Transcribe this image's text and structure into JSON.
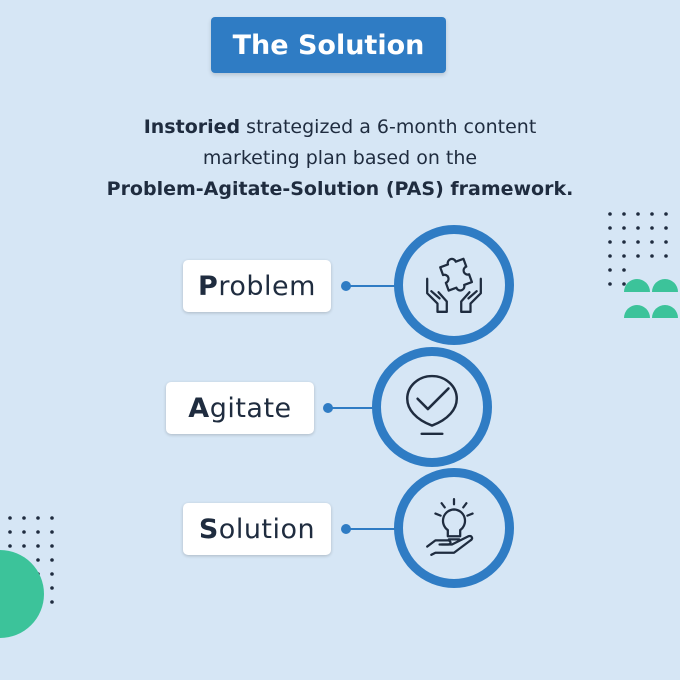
{
  "title": "The Solution",
  "intro": {
    "brand": "Instoried",
    "text_1": " strategized a 6-month content",
    "text_2": "marketing plan based on the",
    "framework": "Problem-Agitate-Solution (PAS) framework."
  },
  "steps": [
    {
      "initial": "P",
      "rest": "roblem",
      "icon": "puzzle-hands-icon"
    },
    {
      "initial": "A",
      "rest": "gitate",
      "icon": "checkmark-pin-icon"
    },
    {
      "initial": "S",
      "rest": "olution",
      "icon": "lightbulb-hand-icon"
    }
  ],
  "colors": {
    "background": "#d6e6f5",
    "accent": "#2f7cc4",
    "decor_green": "#3cc39a",
    "text": "#1f2c3f"
  }
}
